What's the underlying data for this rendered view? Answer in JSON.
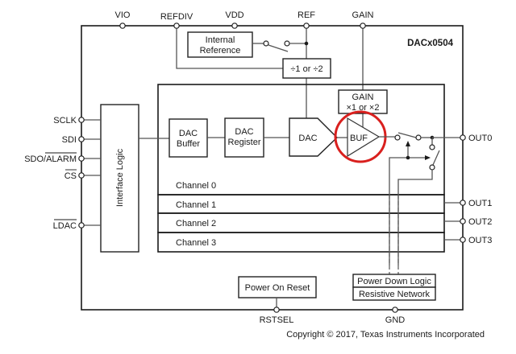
{
  "diagram": {
    "part_name": "DACx0504",
    "top_pins": [
      "VIO",
      "REFDIV",
      "VDD",
      "REF",
      "GAIN"
    ],
    "left_pins": [
      "SCLK",
      "SDI",
      "SDO/ALARM",
      "CS",
      "LDAC"
    ],
    "left_pins_overbar": {
      "SDO/ALARM": "ALARM",
      "CS": "CS",
      "LDAC": "LDAC"
    },
    "right_pins": [
      "OUT0",
      "OUT1",
      "OUT2",
      "OUT3"
    ],
    "bottom_pins": [
      "RSTSEL",
      "GND"
    ],
    "blocks": {
      "internal_reference": [
        "Internal",
        "Reference"
      ],
      "divider": "÷1 or ÷2",
      "interface_logic": "Interface Logic",
      "dac_buffer": [
        "DAC",
        "Buffer"
      ],
      "dac_register": [
        "DAC",
        "Register"
      ],
      "dac": "DAC",
      "gain": [
        "GAIN",
        "×1 or ×2"
      ],
      "buf": "BUF",
      "power_on_reset": "Power On Reset",
      "power_down_logic": "Power Down Logic",
      "resistive_network": "Resistive Network"
    },
    "channels": [
      "Channel 0",
      "Channel 1",
      "Channel 2",
      "Channel 3"
    ],
    "highlight": {
      "target": "BUF",
      "color": "#d9201e"
    },
    "copyright": "Copyright © 2017, Texas Instruments Incorporated"
  }
}
